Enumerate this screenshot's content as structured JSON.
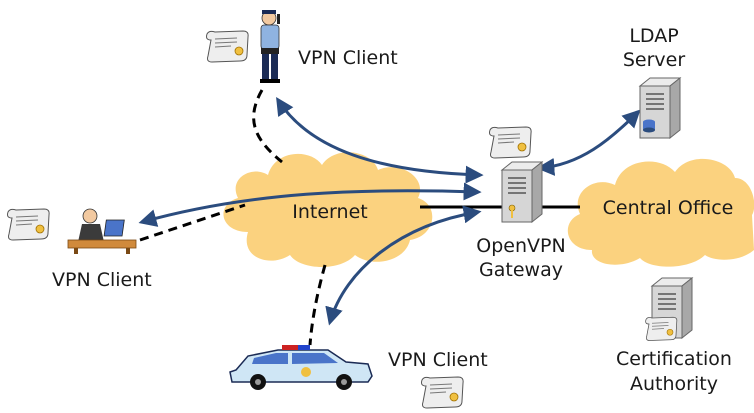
{
  "labels": {
    "vpn_client_top": "VPN Client",
    "vpn_client_left": "VPN Client",
    "vpn_client_bottom": "VPN Client",
    "internet": "Internet",
    "central_office": "Central Office",
    "openvpn_line1": "OpenVPN",
    "openvpn_line2": "Gateway",
    "ldap_line1": "LDAP",
    "ldap_line2": "Server",
    "ca_line1": "Certification",
    "ca_line2": "Authority"
  },
  "colors": {
    "cloud_fill": "#fbd27f",
    "arrow": "#2b4c7e",
    "dashed_link": "#000000",
    "server": "#d9d9d9",
    "certificate": "#e8e8e8"
  },
  "icons": [
    "police-officer-icon",
    "office-worker-laptop-icon",
    "police-car-icon",
    "server-icon",
    "certificate-icon"
  ]
}
